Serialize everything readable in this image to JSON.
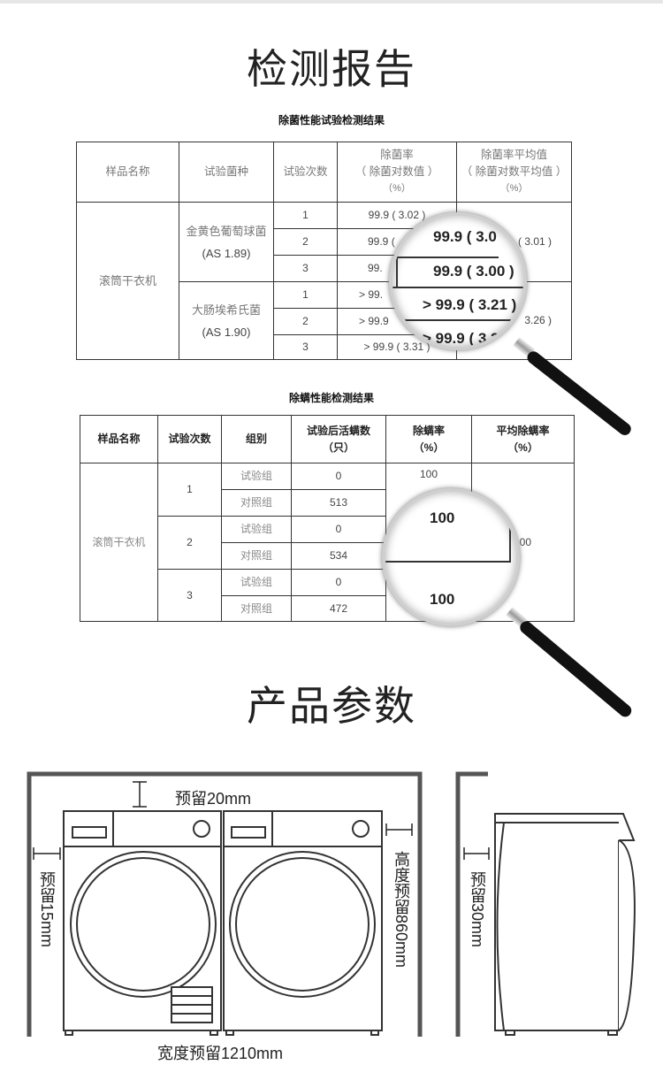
{
  "report": {
    "title": "检测报告"
  },
  "bacteria": {
    "caption": "除菌性能试验检测结果",
    "headers": [
      "样品名称",
      "试验菌种",
      "试验次数",
      "除菌率",
      "（ 除菌对数值 ）",
      "（%）",
      "除菌率平均值",
      "（ 除菌对数平均值 ）",
      "（%）"
    ],
    "sample": "滚筒干衣机",
    "strains": [
      {
        "name": "金黄色葡萄球菌",
        "code": "(AS 1.89)",
        "avg": "( 3.01 )",
        "runs": [
          {
            "n": "1",
            "v": "99.9 ( 3.02 )"
          },
          {
            "n": "2",
            "v": "99.9 ("
          },
          {
            "n": "3",
            "v": "99."
          }
        ]
      },
      {
        "name": "大肠埃希氏菌",
        "code": "(AS 1.90)",
        "avg": "3.26 )",
        "runs": [
          {
            "n": "1",
            "v": "> 99."
          },
          {
            "n": "2",
            "v": "> 99.9"
          },
          {
            "n": "3",
            "v": "> 99.9 ( 3.31 )"
          }
        ]
      }
    ],
    "lens": [
      "99.9 ( 3.0",
      "99.9 ( 3.00 )",
      "> 99.9 ( 3.21 )",
      "> 99.9 ( 3.2"
    ]
  },
  "mites": {
    "caption": "除螨性能检测结果",
    "headers": [
      "样品名称",
      "试验次数",
      "组别",
      "试验后活螨数",
      "（只）",
      "除螨率",
      "（%）",
      "平均除螨率",
      "（%）"
    ],
    "sample": "滚筒干衣机",
    "runs": [
      {
        "n": "1",
        "test": "试验组",
        "tv": "0",
        "ctrl": "对照组",
        "cv": "513"
      },
      {
        "n": "2",
        "test": "试验组",
        "tv": "0",
        "ctrl": "对照组",
        "cv": "534"
      },
      {
        "n": "3",
        "test": "试验组",
        "tv": "0",
        "ctrl": "对照组",
        "cv": "472"
      }
    ],
    "rate_partial": "100",
    "avg_partial": "00",
    "lens": [
      "100",
      "100"
    ]
  },
  "params": {
    "title": "产品参数",
    "top": "预留20mm",
    "left": "预留15mm",
    "height": "高度预留860mm",
    "side": "预留30mm",
    "width": "宽度预留1210mm"
  }
}
